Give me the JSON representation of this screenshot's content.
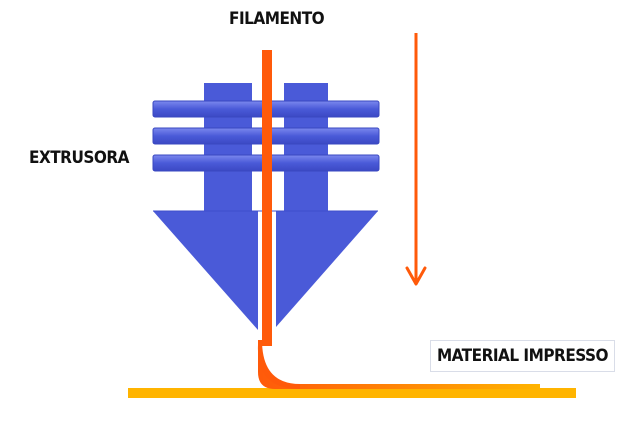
{
  "labels": {
    "filament": "FILAMENTO",
    "extruder": "EXTRUSORA",
    "printed_material": "MATERIAL IMPRESSO"
  },
  "colors": {
    "extruder_blue": "#4a5ad8",
    "extruder_blue_light": "#6a78e6",
    "filament_orange": "#ff5a0a",
    "bed_yellow": "#ffb400",
    "arrow_orange": "#ff5a0a",
    "text": "#111111"
  },
  "icons": {
    "movement_arrow": "arrow-down-icon"
  }
}
